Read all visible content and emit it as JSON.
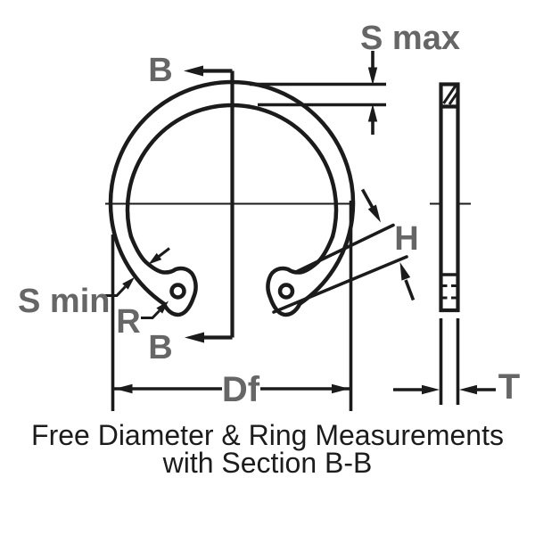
{
  "diagram": {
    "labels": {
      "b_top": "B",
      "b_bottom": "B",
      "s_max": "S max",
      "s_min": "S min",
      "r": "R",
      "df": "Df",
      "h": "H",
      "t": "T"
    },
    "caption": {
      "line1": "Free Diameter & Ring Measurements",
      "line2": "with Section B-B"
    },
    "colors": {
      "line_black": "#1b1b1b",
      "label_gray": "#666666",
      "caption_black": "#1c1c1c",
      "background": "#ffffff"
    }
  }
}
